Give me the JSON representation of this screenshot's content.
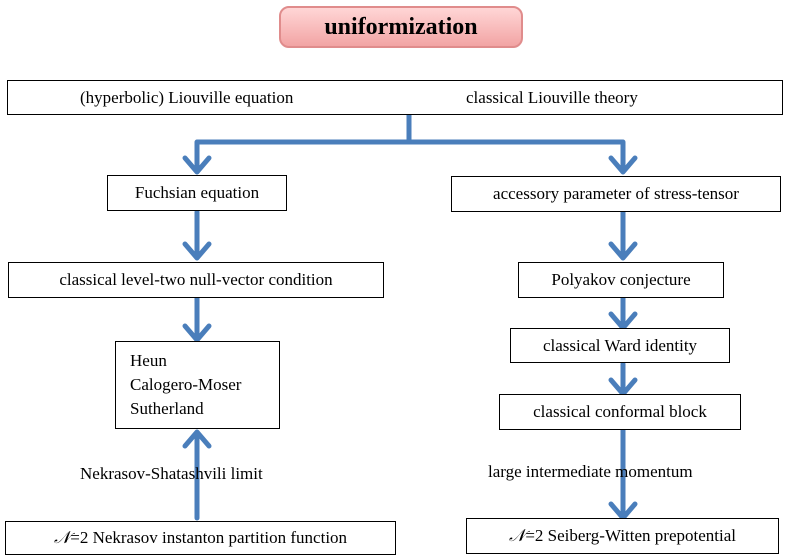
{
  "title": "uniformization",
  "top_box": {
    "left": "(hyperbolic) Liouville equation",
    "right": "classical Liouville theory"
  },
  "left_chain": {
    "fuchsian": "Fuchsian equation",
    "null_vector": "classical level-two null-vector condition",
    "systems": [
      "Heun",
      "Calogero-Moser",
      "Sutherland"
    ],
    "limit_label": "Nekrasov-Shatashvili limit",
    "partition": {
      "symbol": "𝒩",
      "text": "=2 Nekrasov instanton partition function"
    }
  },
  "right_chain": {
    "accessory": "accessory parameter of stress-tensor",
    "polyakov": "Polyakov conjecture",
    "ward": "classical Ward identity",
    "conformal": "classical conformal block",
    "momentum_label": "large intermediate momentum",
    "prepotential": {
      "symbol": "𝒩",
      "text": "=2 Seiberg-Witten prepotential"
    }
  },
  "colors": {
    "arrow": "#4a7ebb",
    "title_fill": "#f2a4a4",
    "title_border": "#e08c8c"
  }
}
